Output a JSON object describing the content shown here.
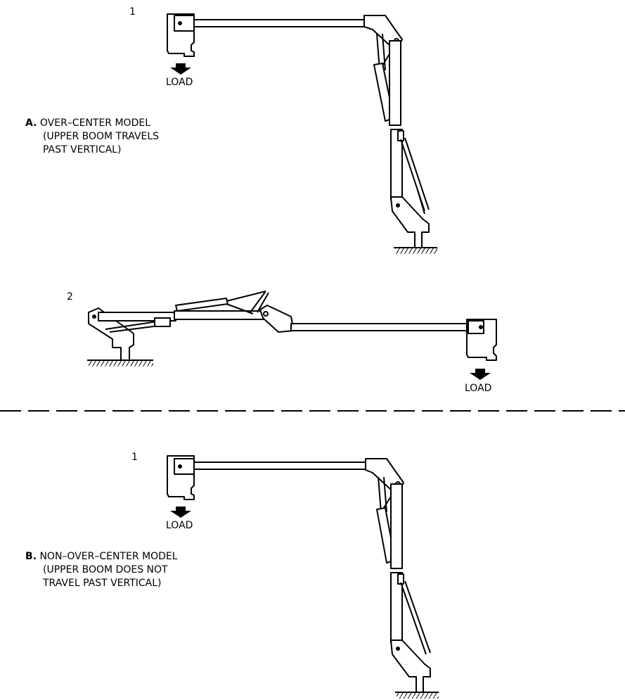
{
  "figure_a": {
    "position_number": "1",
    "load_label": "LOAD",
    "letter": "A.",
    "caption_lines": [
      "OVER–CENTER MODEL",
      "(UPPER BOOM TRAVELS",
      "PAST VERTICAL)"
    ]
  },
  "figure_a2": {
    "position_number": "2",
    "load_label": "LOAD"
  },
  "figure_b": {
    "position_number": "1",
    "load_label": "LOAD",
    "letter": "B.",
    "caption_lines": [
      "NON–OVER–CENTER MODEL",
      "(UPPER BOOM DOES NOT",
      "TRAVEL PAST VERTICAL)"
    ]
  }
}
